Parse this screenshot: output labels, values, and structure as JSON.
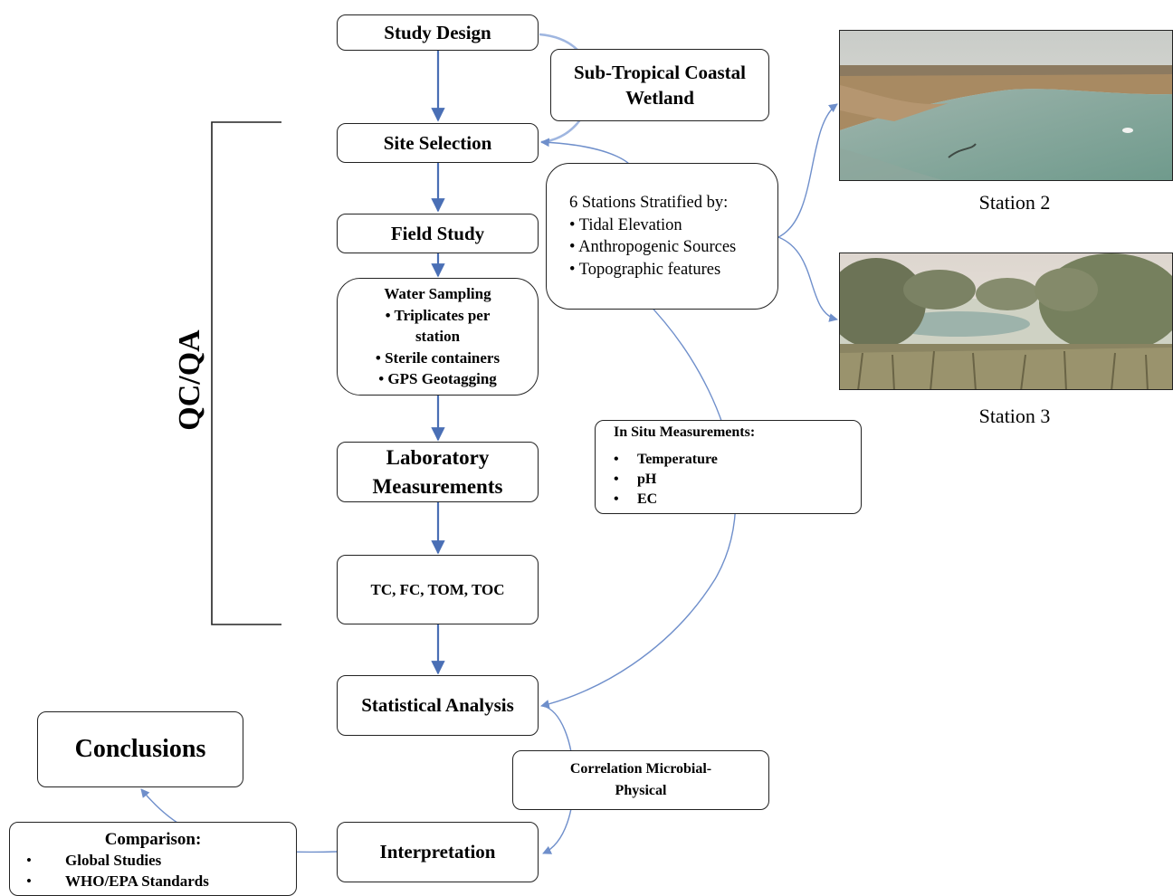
{
  "side_label": "QC/QA",
  "flow": {
    "study_design": "Study Design",
    "site_selection": "Site Selection",
    "field_study": "Field Study",
    "water_sampling": {
      "title": "Water Sampling",
      "items": [
        "• Triplicates per",
        "station",
        "• Sterile containers",
        "• GPS Geotagging"
      ]
    },
    "lab_measurements": {
      "line1": "Laboratory",
      "line2": "Measurements"
    },
    "parameters": "TC, FC, TOM, TOC",
    "statistical_analysis": "Statistical Analysis",
    "interpretation": "Interpretation",
    "conclusions": "Conclusions"
  },
  "side_boxes": {
    "wetland": {
      "line1": "Sub-Tropical Coastal",
      "line2": "Wetland"
    },
    "stations": {
      "title": "6 Stations Stratified by:",
      "items": [
        "• Tidal Elevation",
        "• Anthropogenic Sources",
        "• Topographic features"
      ]
    },
    "in_situ": {
      "title": "In Situ Measurements:",
      "items": [
        "Temperature",
        "pH",
        "EC"
      ],
      "bullet": "•"
    },
    "correlation": {
      "line1": "Correlation Microbial-",
      "line2": "Physical"
    },
    "comparison": {
      "title": "Comparison:",
      "items": [
        "Global Studies",
        "WHO/EPA Standards"
      ],
      "bullet": "•"
    }
  },
  "photos": {
    "station2_caption": "Station 2",
    "station3_caption": "Station 3"
  },
  "colors": {
    "arrow_main": "#4a6fb5",
    "arrow_light": "#8aa4d6",
    "box_border": "#222222"
  }
}
